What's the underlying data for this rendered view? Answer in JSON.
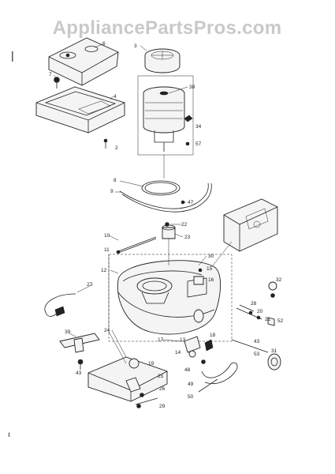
{
  "watermark": "AppliancePartsPros.com",
  "corner_mark": "|",
  "bottom_mark": "ı",
  "callouts": [
    "6",
    "7",
    "4",
    "2",
    "3",
    "38",
    "34",
    "57",
    "8",
    "9",
    "47",
    "22",
    "23",
    "10",
    "11",
    "30",
    "12",
    "15",
    "16",
    "32",
    "27",
    "28",
    "20",
    "21",
    "52",
    "39",
    "24",
    "17",
    "13",
    "14",
    "18",
    "43",
    "31",
    "53",
    "43",
    "48",
    "49",
    "50",
    "19",
    "25",
    "26",
    "29"
  ]
}
